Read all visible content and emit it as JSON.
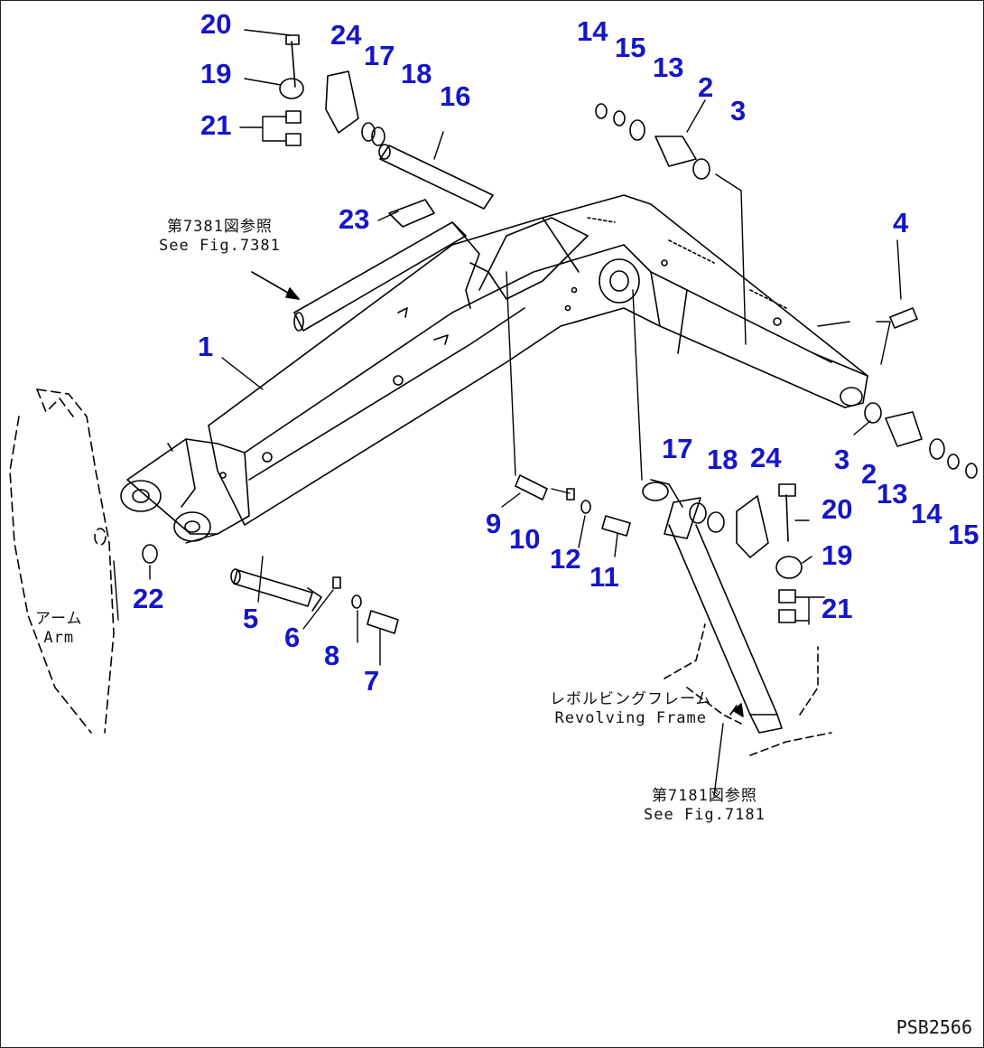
{
  "callout_color": "#1515c8",
  "line_color": "#000000",
  "callouts": {
    "c1": "1",
    "c2a": "2",
    "c2b": "2",
    "c3a": "3",
    "c3b": "3",
    "c4": "4",
    "c5": "5",
    "c6": "6",
    "c7": "7",
    "c8": "8",
    "c9": "9",
    "c10": "10",
    "c11": "11",
    "c12": "12",
    "c13a": "13",
    "c13b": "13",
    "c14a": "14",
    "c14b": "14",
    "c15a": "15",
    "c15b": "15",
    "c16": "16",
    "c17a": "17",
    "c17b": "17",
    "c18a": "18",
    "c18b": "18",
    "c19a": "19",
    "c19b": "19",
    "c20a": "20",
    "c20b": "20",
    "c21a": "21",
    "c21b": "21",
    "c22": "22",
    "c23": "23",
    "c24a": "24",
    "c24b": "24"
  },
  "notes": {
    "fig7381_jp": "第7381図参照",
    "fig7381_en": "See Fig.7381",
    "arm_jp": "アーム",
    "arm_en": "Arm",
    "frame_jp": "レボルビングフレーム",
    "frame_en": "Revolving Frame",
    "fig7181_jp": "第7181図参照",
    "fig7181_en": "See Fig.7181"
  },
  "drawing_code": "PSB2566"
}
